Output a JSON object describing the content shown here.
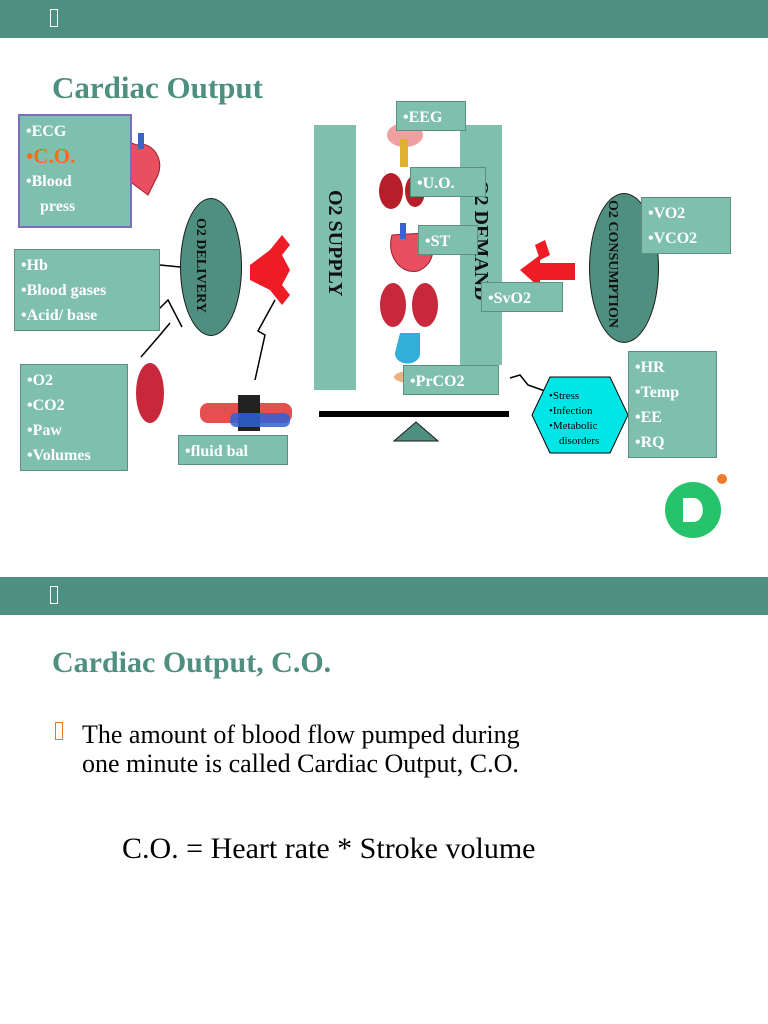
{
  "slide1": {
    "title": "Cardiac Output",
    "monitor_box": {
      "items": [
        "•ECG",
        "•C.O.",
        "•Blood",
        "press"
      ]
    },
    "blood_box": {
      "items": [
        "•Hb",
        "•Blood gases",
        "•Acid/  base"
      ]
    },
    "lung_box": {
      "items": [
        "•O2",
        "•CO2",
        "•Paw",
        "•Volumes"
      ]
    },
    "fluid_label": "•fluid bal",
    "delivery_label": "O2 DELIVERY",
    "supply_label": "O2 SUPPLY",
    "demand_label": "O2 DEMAND",
    "consumption_label": "O2 CONSUMPTION",
    "organ_labels": [
      "•EEG",
      "•U.O.",
      "•ST",
      "•SvO2",
      "•PrCO2"
    ],
    "consumption_box": {
      "items": [
        "•VO2",
        "•VCO2"
      ]
    },
    "metabolic_box": {
      "items": [
        "•HR",
        "•Temp",
        "•EE",
        "•RQ"
      ]
    },
    "hexagon_items": [
      "•Stress",
      "•Infection",
      "•Metabolic",
      "disorders"
    ],
    "colors": {
      "teal": "#4e8f7f",
      "box": "#7fbfae",
      "orange": "#ff6a1a",
      "cyan": "#00e5e5",
      "red": "#ee1c24"
    }
  },
  "slide2": {
    "title": "Cardiac Output, C.O.",
    "bullet_icon": "bullet-square-icon",
    "body_line1": "The amount of blood flow pumped during",
    "body_line2": "one minute is called Cardiac Output, C.O.",
    "formula": "C.O. = Heart rate * Stroke volume"
  }
}
